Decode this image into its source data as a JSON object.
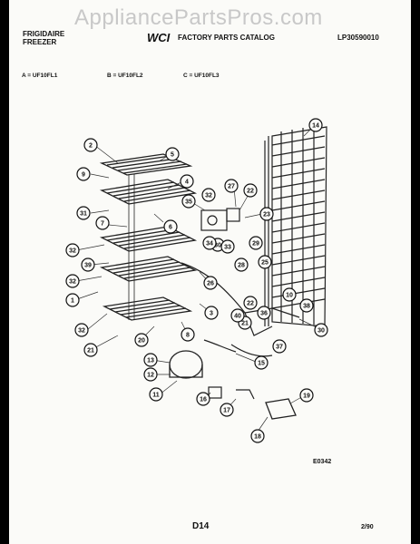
{
  "watermark": "AppliancePartsPros.com",
  "header": {
    "brand_line1": "FRIGIDAIRE",
    "brand_line2": "FREEZER",
    "logo": "WCI",
    "catalog_title": "FACTORY PARTS CATALOG",
    "doc_number": "LP30590010"
  },
  "models": [
    "A = UF10FL1",
    "B = UF10FL2",
    "C = UF10FL3"
  ],
  "callouts": [
    "1",
    "2",
    "3",
    "4",
    "5",
    "6",
    "7",
    "8",
    "9",
    "10",
    "11",
    "12",
    "13",
    "14",
    "15",
    "16",
    "17",
    "18",
    "19",
    "20",
    "21",
    "21",
    "22",
    "22",
    "23",
    "25",
    "26",
    "27",
    "28",
    "29",
    "30",
    "30",
    "31",
    "32",
    "32",
    "32",
    "32",
    "33",
    "34",
    "35",
    "36",
    "37",
    "38",
    "39",
    "40"
  ],
  "footer": {
    "figure_ref": "E0342",
    "page": "D14",
    "date": "2/90"
  }
}
